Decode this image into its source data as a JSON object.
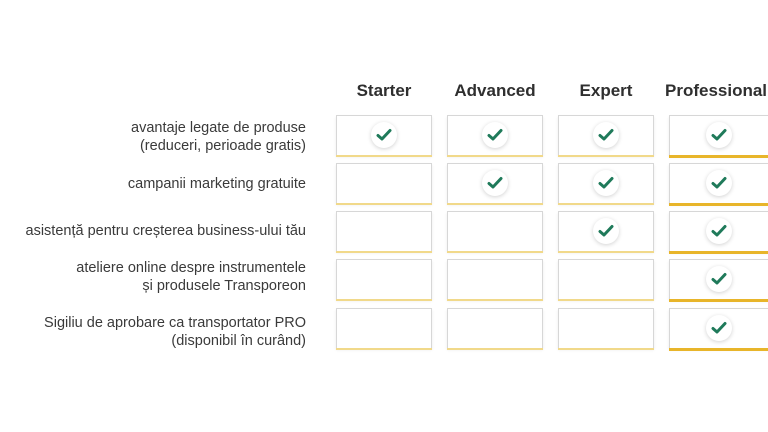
{
  "columns": [
    {
      "label": "Starter"
    },
    {
      "label": "Advanced"
    },
    {
      "label": "Expert"
    },
    {
      "label": "Professional"
    }
  ],
  "rows": [
    {
      "lines": [
        "avantaje legate de produse",
        "(reduceri, perioade gratis)"
      ],
      "checks": [
        true,
        true,
        true,
        true
      ]
    },
    {
      "lines": [
        "campanii marketing gratuite"
      ],
      "checks": [
        false,
        true,
        true,
        true
      ]
    },
    {
      "lines": [
        "asistență pentru creșterea business-ului tău"
      ],
      "checks": [
        false,
        false,
        true,
        true
      ]
    },
    {
      "lines": [
        "ateliere online despre instrumentele",
        "și produsele Transporeon"
      ],
      "checks": [
        false,
        false,
        false,
        true
      ]
    },
    {
      "lines": [
        "Sigiliu de aprobare ca transportator PRO",
        "(disponibil în curând)"
      ],
      "checks": [
        false,
        false,
        false,
        true
      ]
    }
  ],
  "icons": {
    "check": "check-icon"
  },
  "colors": {
    "check": "#1f7a5a",
    "bar_light": "#f1d98a",
    "bar_pro": "#e8b52a"
  }
}
